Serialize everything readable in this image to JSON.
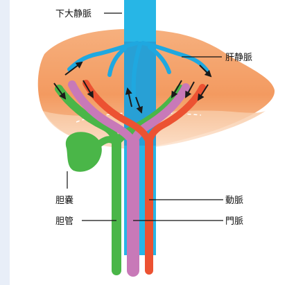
{
  "labels": {
    "ivc": "下大静脈",
    "hepatic_vein": "肝静脈",
    "gallbladder": "胆嚢",
    "bile_duct": "胆管",
    "hepatic_artery": "動脈",
    "portal_vein": "門脈"
  },
  "colors": {
    "background": "#e8eef8",
    "panel": "#ffffff",
    "liver_light": "#fbd7b8",
    "liver_dark": "#f29a61",
    "ivc": "#27b6e6",
    "hepatic_vein": "#1fa8e0",
    "bile_duct": "#4ab648",
    "portal_vein": "#c879b8",
    "hepatic_artery": "#ec5232",
    "arrow": "#1a1a1a"
  }
}
